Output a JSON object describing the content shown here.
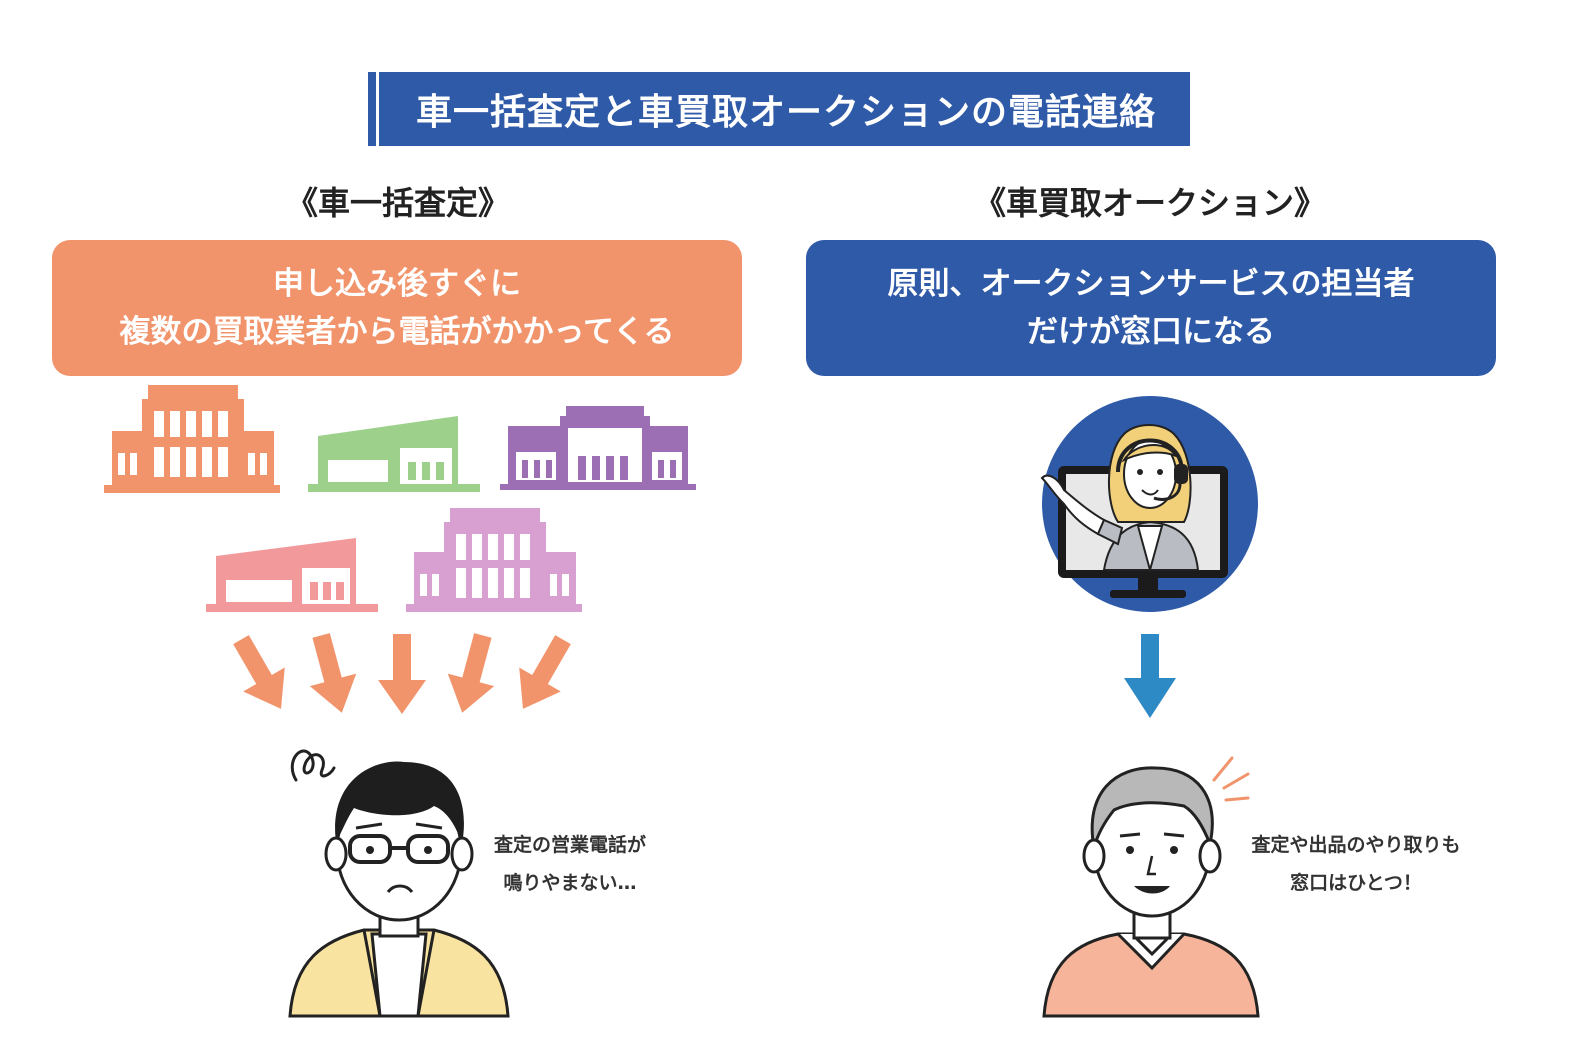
{
  "title": "車一括査定と車買取オークションの電話連絡",
  "left": {
    "heading": "《車一括査定》",
    "box_line1": "申し込み後すぐに",
    "box_line2": "複数の買取業者から電話がかかってくる",
    "caption_line1": "査定の営業電話が",
    "caption_line2": "鳴りやまない…",
    "box_color": "#f2946b",
    "building_colors": [
      "#f2946b",
      "#9dd18b",
      "#9c6fb5",
      "#f2999b",
      "#d8a0d0"
    ],
    "arrow_color": "#f2946b",
    "icons": [
      "building-icon",
      "store-icon",
      "arrow-down-icon",
      "worried-man-icon"
    ]
  },
  "right": {
    "heading": "《車買取オークション》",
    "box_line1": "原則、オークションサービスの担当者",
    "box_line2": "だけが窓口になる",
    "caption_line1": "査定や出品のやり取りも",
    "caption_line2": "窓口はひとつ！",
    "box_color": "#2f5aa8",
    "arrow_color": "#2e8ac4",
    "icons": [
      "operator-headset-icon",
      "monitor-icon",
      "arrow-down-icon",
      "happy-man-icon"
    ]
  },
  "title_color": "#2f5aa8"
}
